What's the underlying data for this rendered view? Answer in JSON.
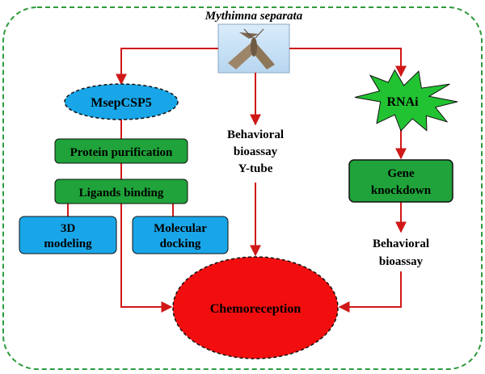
{
  "title": "Mythimna separata",
  "colors": {
    "frame": "#2e9a3c",
    "arrow": "#d01818",
    "green_box": "#1fa33a",
    "blue_box": "#19a6e8",
    "star": "#22c332",
    "chemo": "#f20e0e"
  },
  "nodes": {
    "msepcsp5": "MsepCSP5",
    "protein_purification": "Protein purification",
    "ligands_binding": "Ligands binding",
    "modeling_3d": [
      "3D",
      "modeling"
    ],
    "molecular_docking": [
      "Molecular",
      "docking"
    ],
    "behavioral_ytube": [
      "Behavioral",
      "bioassay",
      "Y-tube"
    ],
    "rnai": "RNAi",
    "gene_knockdown": [
      "Gene",
      "knockdown"
    ],
    "behavioral_bioassay": [
      "Behavioral",
      "bioassay"
    ],
    "chemoreception": "Chemoreception"
  },
  "images": {
    "moth": "moth-photo"
  }
}
